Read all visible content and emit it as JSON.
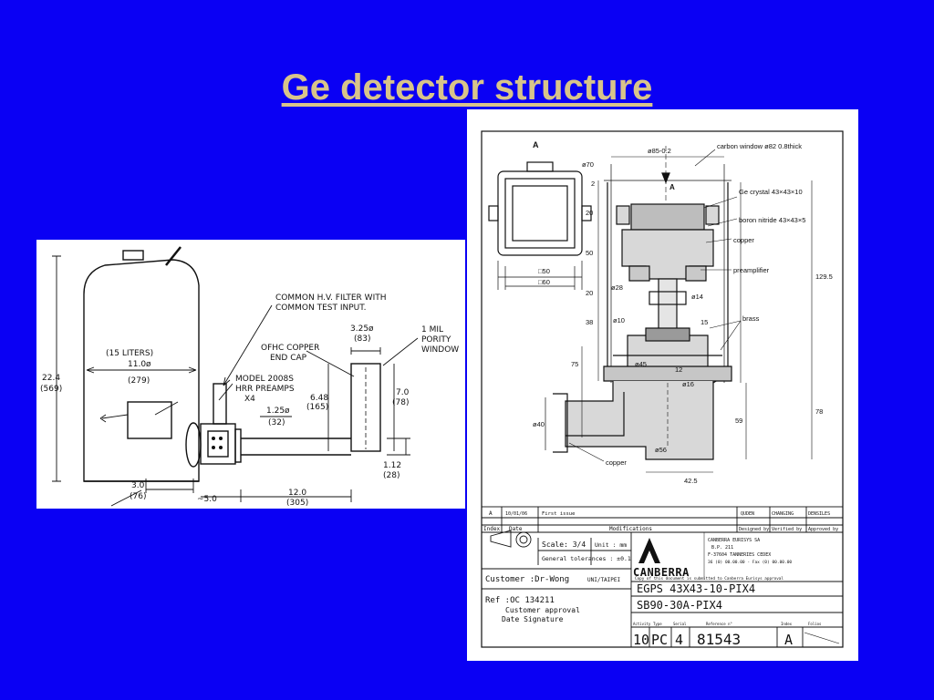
{
  "slide": {
    "title": "Ge detector structure"
  },
  "left_drawing": {
    "labels": {
      "filter1": "COMMON H.V. FILTER WITH",
      "filter2": "COMMON TEST INPUT.",
      "mil1": "1 MIL",
      "mil2": "PORITY",
      "mil3": "WINDOW",
      "liters": "(15 LITERS)",
      "dia1": "11.0ø",
      "dia2": "(279)",
      "h1": "22.4",
      "h2": "(569)",
      "endcap1": "OFHC COPPER",
      "endcap2": "END CAP",
      "model1": "MODEL 2008S",
      "model2": "HRR PREAMPS",
      "model3": "X4",
      "d325a": "3.25ø",
      "d325b": "(83)",
      "d648a": "6.48",
      "d648b": "(165)",
      "d1250a": "1.25ø",
      "d1250b": "(32)",
      "d70a": "7.0",
      "d70b": "(78)",
      "d112a": "1.12",
      "d112b": "(28)",
      "d30a": "3.0",
      "d30b": "(76)",
      "d50": "~5.0",
      "d120a": "12.0",
      "d120b": "(305)"
    }
  },
  "right_drawing": {
    "labels": {
      "view_a_left": "A",
      "view_a_right": "A",
      "d70": "ø70",
      "d85": "ø85-0.2",
      "carbon": "carbon window ø82 0.8thick",
      "ge_crystal": "Ge crystal 43×43×10",
      "boron": "boron nitride 43×43×5",
      "copper_label": "copper",
      "preamp": "preamplifier",
      "brass": "brass",
      "copper_bottom": "copper",
      "sq50": "□50",
      "sq60": "□60",
      "d28": "ø28",
      "d14": "ø14",
      "d10": "ø10",
      "d45": "ø45",
      "d16": "ø16",
      "d56": "ø56",
      "d40": "ø40",
      "v2": "2",
      "v20a": "20",
      "v50": "50",
      "v20b": "20",
      "v38": "38",
      "v75": "75",
      "v15": "15",
      "v12": "12",
      "v59": "59",
      "v78": "78",
      "v1295": "129.5",
      "h425": "42.5"
    },
    "title_block": {
      "rev": "A",
      "rev_date": "10/01/06",
      "rev_desc": "First issue",
      "col_index": "Index",
      "col_date": "Date",
      "col_mod": "Modifications",
      "col_quden": "QUDEN",
      "col_changing": "CHANGING",
      "col_dsz": "DENSILES",
      "designed": "Designed by",
      "verified": "Verified by",
      "approved": "Approved by",
      "scale": "Scale: 3/4",
      "unit": "Unit : mm",
      "tolerance": "General tolerances : ±0.1",
      "customer": "Customer :Dr-Wong",
      "customer_org": "UNI/TAIPEI",
      "ref": "Ref :OC 134211",
      "approval": "Customer approval",
      "date_sig": "Date        Signature",
      "brand": "CANBERRA",
      "addr1": "CANBERRA EURISYS SA",
      "addr2": "B.P. 211",
      "addr3": "F-37604 TANNERIES CEDEX",
      "addr4": "36 (0) 00.00.00 - Fax (0) 00.00.00",
      "copy_note": "Copy of this document is submitted to Canberra Eurisys approval",
      "code1": "EGPS 43X43-10-PIX4",
      "code2": "SB90-30A-PIX4",
      "f_activity": "Activity",
      "f_type": "Type",
      "f_serial": "Serial",
      "f_ref": "Reference n°",
      "f_index": "Index",
      "f_folio": "Folios",
      "v_activity": "10",
      "v_type": "PC",
      "v_serial": "4",
      "v_ref": "81543",
      "v_index": "A"
    }
  }
}
